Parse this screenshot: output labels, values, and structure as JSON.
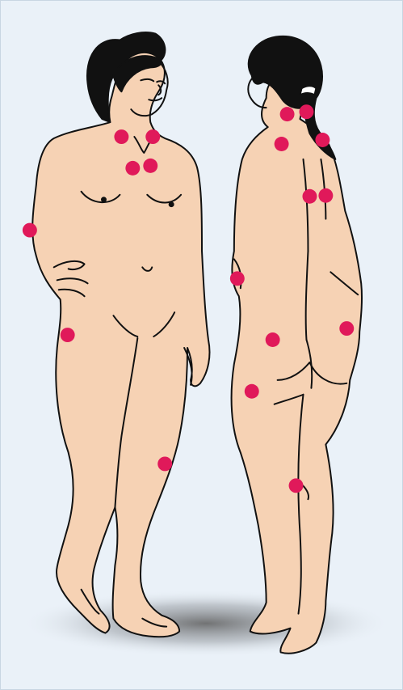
{
  "colors": {
    "background": "#eaf1f8",
    "frame_border": "#c9d6e2",
    "skin": "#f6d2b4",
    "outline": "#111111",
    "hair": "#111111",
    "tender_point": "#e0195a",
    "hair_tie": "#ffffff",
    "floor_shadow": "#5c5c5c"
  },
  "figures": [
    {
      "id": "front-view"
    },
    {
      "id": "back-view"
    }
  ],
  "tender_points": {
    "front": [
      "neck-left",
      "neck-right",
      "chest-left",
      "chest-right",
      "elbow",
      "hip",
      "knee"
    ],
    "back": [
      "upper-neck-left",
      "upper-neck-right",
      "shoulder-left",
      "shoulder-right",
      "upper-back-left",
      "upper-back-right",
      "elbow",
      "outer-hip",
      "buttock",
      "upper-thigh",
      "knee"
    ]
  }
}
